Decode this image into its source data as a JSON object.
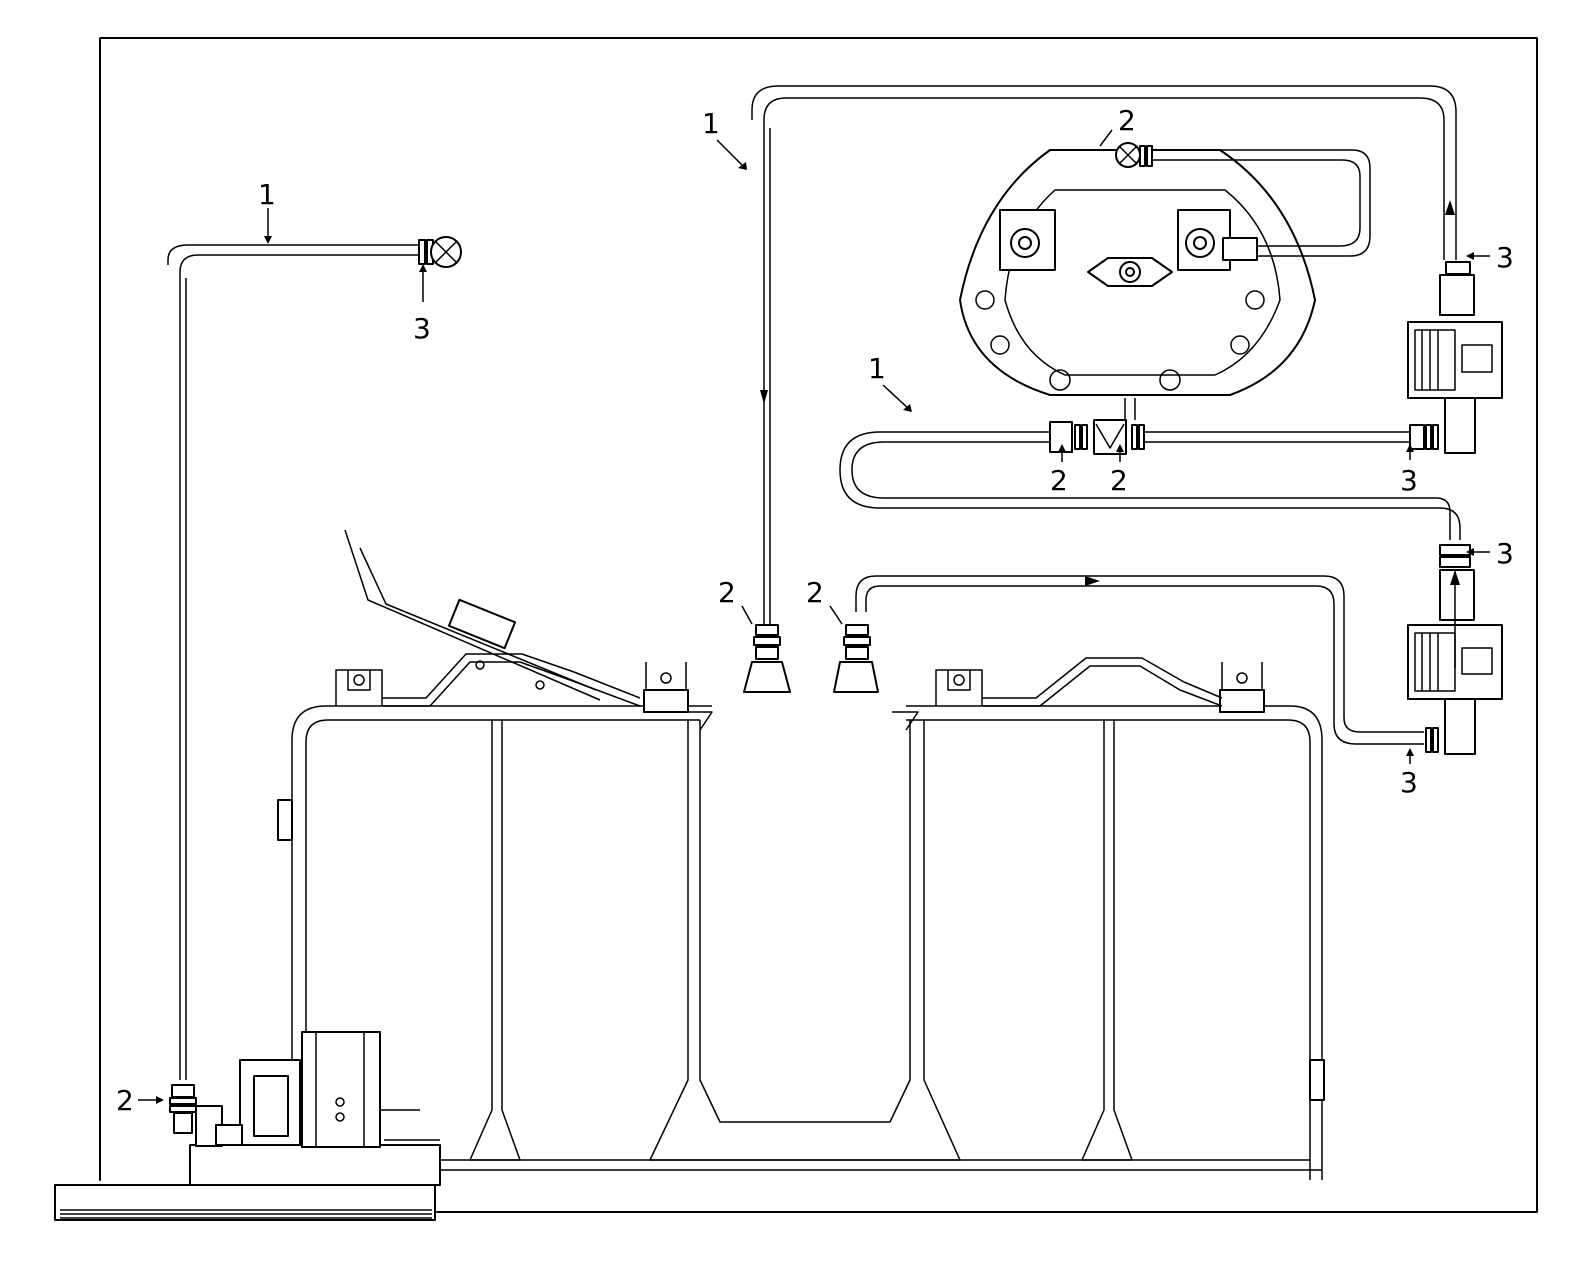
{
  "callouts": {
    "hose_1": "1",
    "clamp_2": "2",
    "clamp_3": "3"
  },
  "colors": {
    "line": "#000000",
    "background": "#ffffff"
  }
}
